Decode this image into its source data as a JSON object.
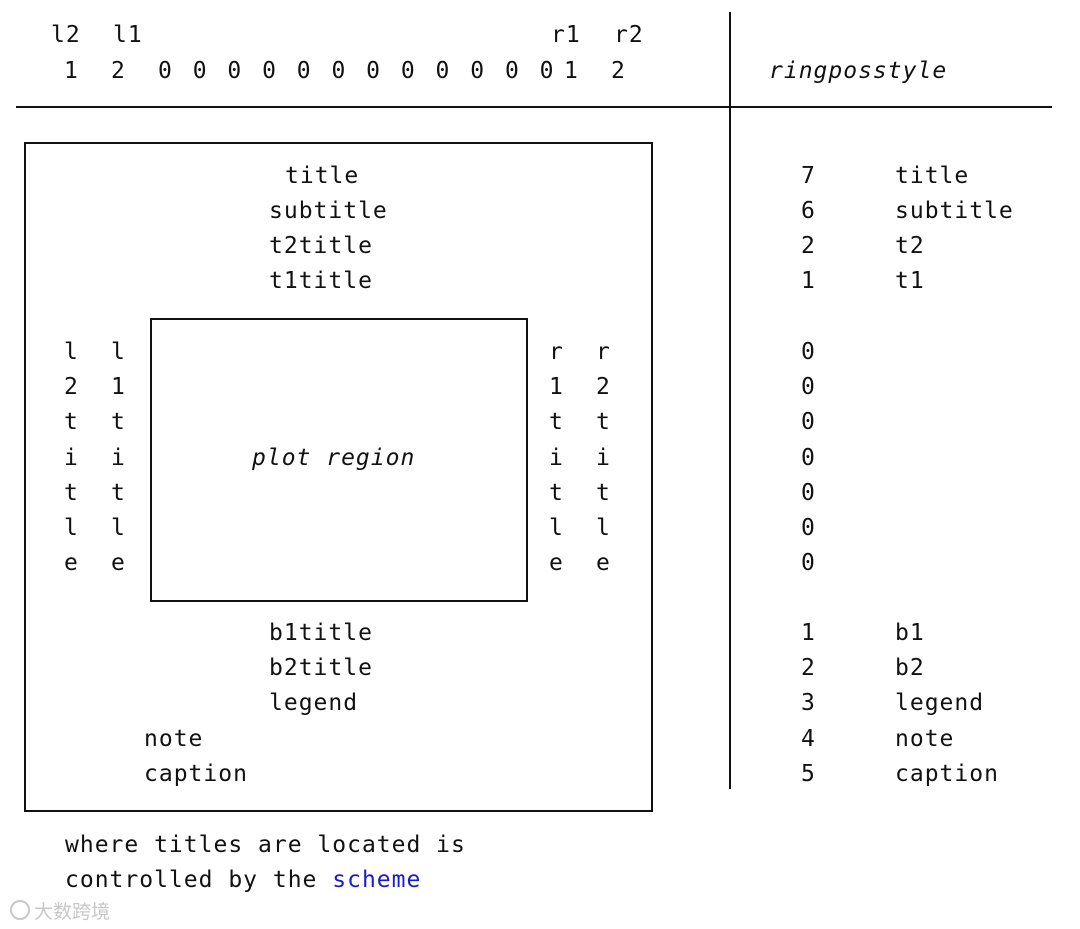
{
  "header": {
    "left_labels": [
      "l2",
      "l1"
    ],
    "right_labels": [
      "r1",
      "r2"
    ],
    "left_values": [
      "1",
      "2"
    ],
    "zeros": "0 0 0 0 0 0 0 0 0 0 0 0",
    "right_values": [
      "1",
      "2"
    ],
    "ringposstyle_label": "ringposstyle"
  },
  "graph": {
    "top_titles": [
      "title",
      "subtitle",
      "t2title",
      "t1title"
    ],
    "left_vertical": [
      "l2title",
      "l1title"
    ],
    "right_vertical": [
      "r1title",
      "r2title"
    ],
    "plot_region": "plot region",
    "bottom_titles": [
      "b1title",
      "b2title",
      "legend"
    ],
    "note": "note",
    "caption": "caption"
  },
  "ringpos_table": {
    "top": [
      {
        "num": "7",
        "name": "title"
      },
      {
        "num": "6",
        "name": "subtitle"
      },
      {
        "num": "2",
        "name": "t2"
      },
      {
        "num": "1",
        "name": "t1"
      }
    ],
    "middle_zeros": [
      "0",
      "0",
      "0",
      "0",
      "0",
      "0",
      "0"
    ],
    "bottom": [
      {
        "num": "1",
        "name": "b1"
      },
      {
        "num": "2",
        "name": "b2"
      },
      {
        "num": "3",
        "name": "legend"
      },
      {
        "num": "4",
        "name": "note"
      },
      {
        "num": "5",
        "name": "caption"
      }
    ]
  },
  "footer": {
    "line1": "where titles are located is",
    "line2_prefix": "controlled by the ",
    "line2_link": "scheme",
    "link_color": "#1a1ad0"
  },
  "watermark": "大数跨境"
}
